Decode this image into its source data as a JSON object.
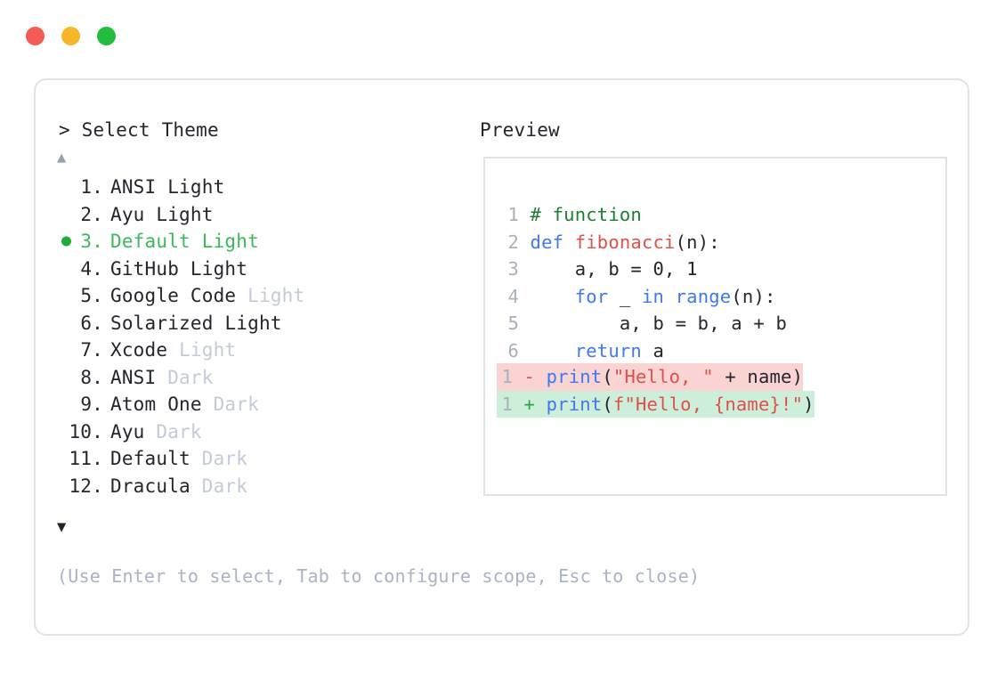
{
  "window": {
    "traffic_lights": [
      {
        "name": "close",
        "color": "#f45b55"
      },
      {
        "name": "minimize",
        "color": "#f5b62a"
      },
      {
        "name": "maximize",
        "color": "#22bd3c"
      }
    ]
  },
  "left_panel": {
    "prompt": "> Select Theme",
    "scroll_up_icon": "▲",
    "scroll_down_icon": "▼",
    "selected_index": 3,
    "themes": [
      {
        "index": "1.",
        "name": "ANSI",
        "variant": "Light",
        "variant_dim": false,
        "selected": false
      },
      {
        "index": "2.",
        "name": "Ayu",
        "variant": "Light",
        "variant_dim": false,
        "selected": false
      },
      {
        "index": "3.",
        "name": "Default",
        "variant": "Light",
        "variant_dim": false,
        "selected": true
      },
      {
        "index": "4.",
        "name": "GitHub",
        "variant": "Light",
        "variant_dim": false,
        "selected": false
      },
      {
        "index": "5.",
        "name": "Google Code",
        "variant": "Light",
        "variant_dim": true,
        "selected": false
      },
      {
        "index": "6.",
        "name": "Solarized",
        "variant": "Light",
        "variant_dim": false,
        "selected": false
      },
      {
        "index": "7.",
        "name": "Xcode",
        "variant": "Light",
        "variant_dim": true,
        "selected": false
      },
      {
        "index": "8.",
        "name": "ANSI",
        "variant": "Dark",
        "variant_dim": true,
        "selected": false
      },
      {
        "index": "9.",
        "name": "Atom One",
        "variant": "Dark",
        "variant_dim": true,
        "selected": false
      },
      {
        "index": "10.",
        "name": "Ayu",
        "variant": "Dark",
        "variant_dim": true,
        "selected": false
      },
      {
        "index": "11.",
        "name": "Default",
        "variant": "Dark",
        "variant_dim": true,
        "selected": false
      },
      {
        "index": "12.",
        "name": "Dracula",
        "variant": "Dark",
        "variant_dim": true,
        "selected": false
      }
    ],
    "hint": "(Use Enter to select, Tab to configure scope, Esc to close)"
  },
  "preview": {
    "label": "Preview",
    "code_lines": [
      {
        "number": "1",
        "tokens": [
          {
            "t": "# function",
            "c": "comment"
          }
        ]
      },
      {
        "number": "2",
        "tokens": [
          {
            "t": "def ",
            "c": "kw"
          },
          {
            "t": "fibonacci",
            "c": "fn"
          },
          {
            "t": "(n):",
            "c": "plain"
          }
        ]
      },
      {
        "number": "3",
        "tokens": [
          {
            "t": "    a, b = 0, 1",
            "c": "plain"
          }
        ]
      },
      {
        "number": "4",
        "tokens": [
          {
            "t": "    ",
            "c": "plain"
          },
          {
            "t": "for",
            "c": "kw"
          },
          {
            "t": " _ ",
            "c": "plain"
          },
          {
            "t": "in",
            "c": "kw"
          },
          {
            "t": " ",
            "c": "plain"
          },
          {
            "t": "range",
            "c": "builtin"
          },
          {
            "t": "(n):",
            "c": "plain"
          }
        ]
      },
      {
        "number": "5",
        "tokens": [
          {
            "t": "        a, b = b, a + b",
            "c": "plain"
          }
        ]
      },
      {
        "number": "6",
        "tokens": [
          {
            "t": "    ",
            "c": "plain"
          },
          {
            "t": "return",
            "c": "kw"
          },
          {
            "t": " a",
            "c": "plain"
          }
        ]
      }
    ],
    "diff_lines": [
      {
        "number": "1",
        "sign": "-",
        "kind": "minus",
        "tokens": [
          {
            "t": "print",
            "c": "builtin"
          },
          {
            "t": "(",
            "c": "plain"
          },
          {
            "t": "\"Hello, \"",
            "c": "str"
          },
          {
            "t": " + name)",
            "c": "plain"
          }
        ]
      },
      {
        "number": "1",
        "sign": "+",
        "kind": "plus",
        "tokens": [
          {
            "t": "print",
            "c": "builtin"
          },
          {
            "t": "(",
            "c": "plain"
          },
          {
            "t": "f\"Hello, {name}!\"",
            "c": "str"
          },
          {
            "t": ")",
            "c": "plain"
          }
        ]
      }
    ]
  },
  "colors": {
    "border": "#dfe3ea",
    "selected_green": "#3cb95a",
    "dim_text": "#c3cbda",
    "hint_text": "#aab3c6",
    "diff_add_bg": "#cdeed8",
    "diff_del_bg": "#fad3d3",
    "syntax_comment": "#1a7f2e",
    "syntax_keyword": "#3f78f0",
    "syntax_function": "#e0504a",
    "syntax_string": "#e0504a"
  }
}
